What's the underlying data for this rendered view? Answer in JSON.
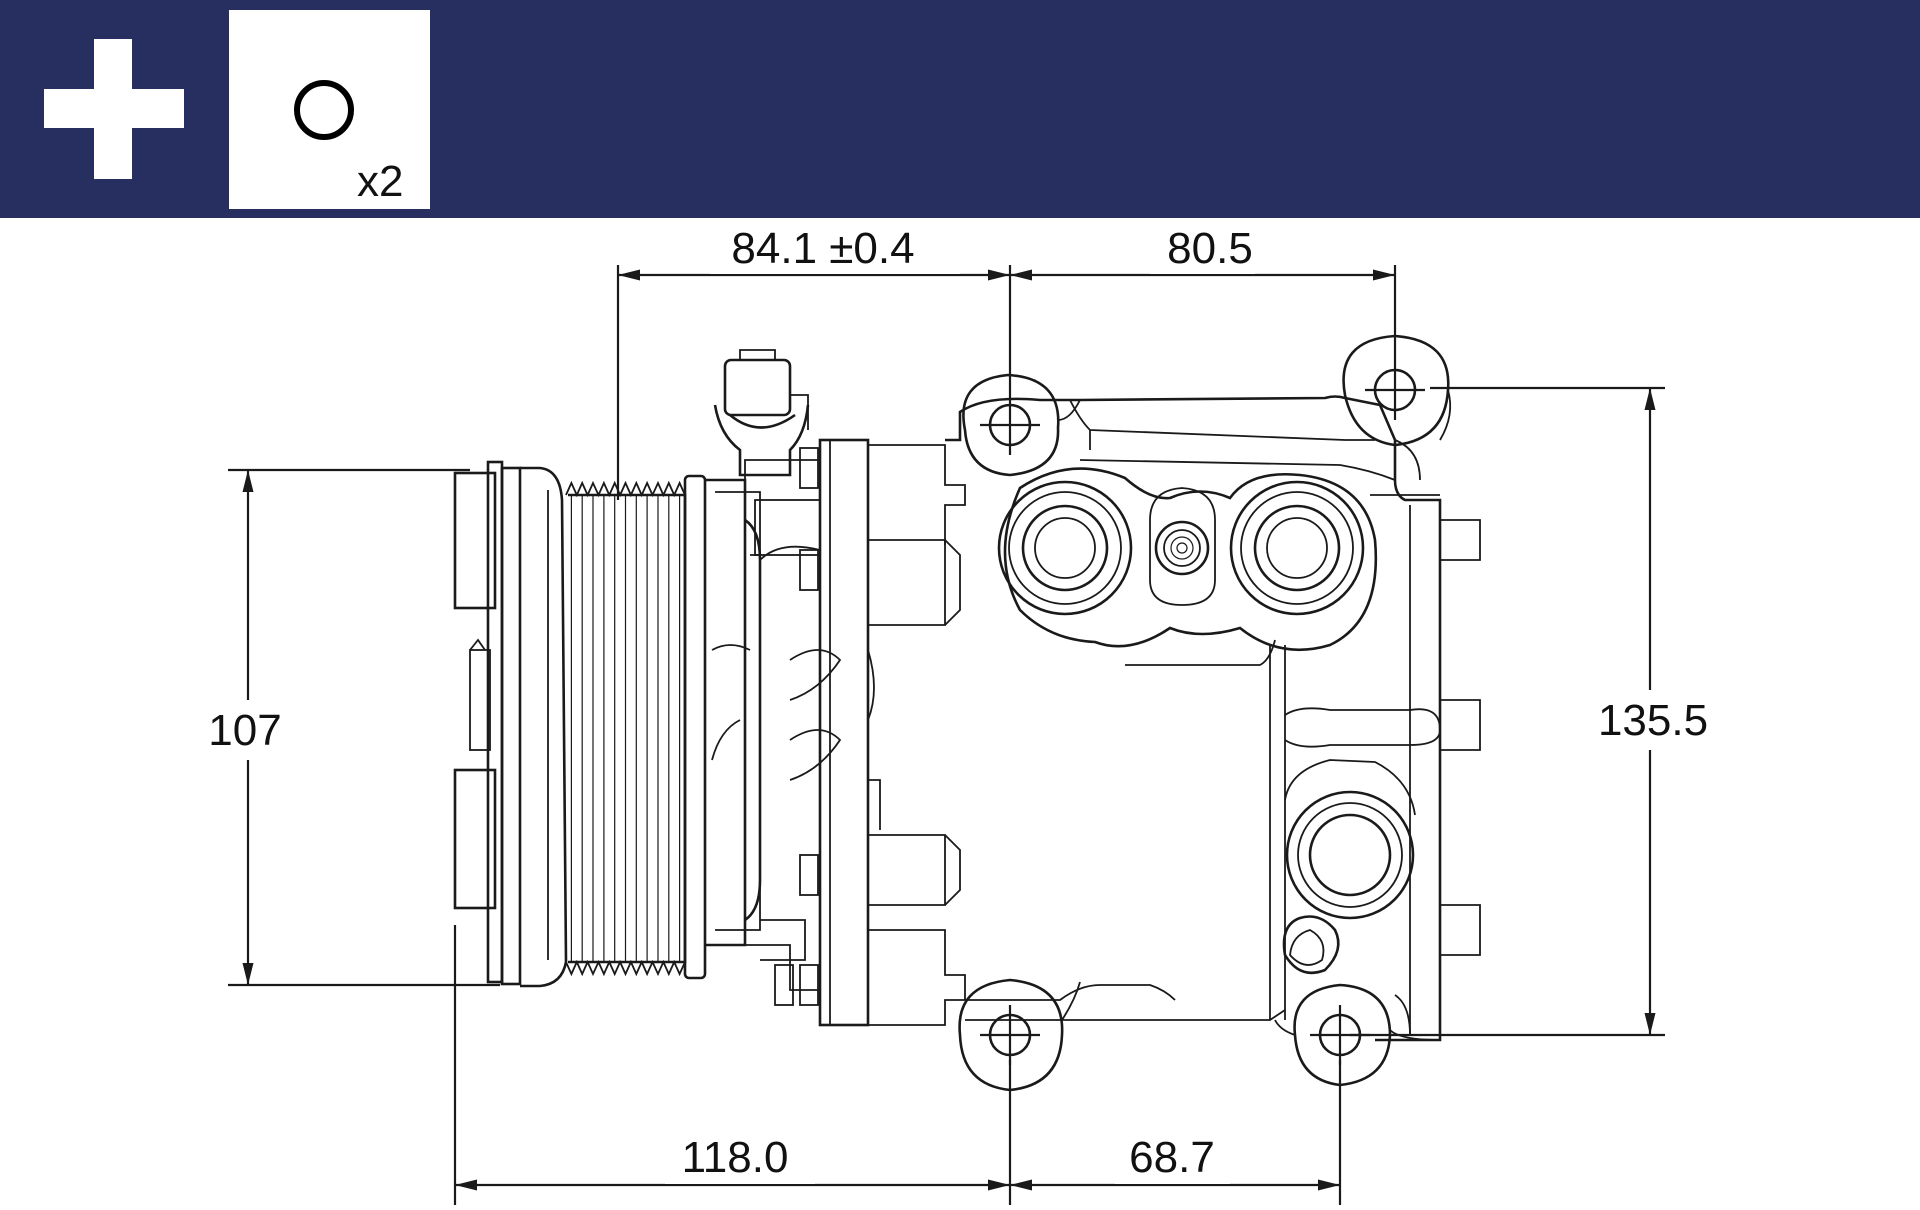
{
  "header": {
    "background_color": "#262f60",
    "plus_icon": "plus-icon",
    "included_item_icon": "o-ring-icon",
    "included_item_qty": "x2"
  },
  "dimensions": {
    "top_left": "84.1 ±0.4",
    "top_right": "80.5",
    "left_height": "107",
    "right_height": "135.5",
    "bottom_left": "118.0",
    "bottom_right": "68.7"
  }
}
